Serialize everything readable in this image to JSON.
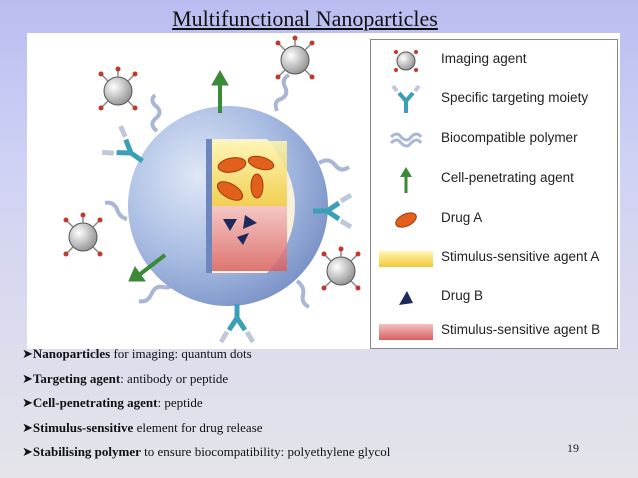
{
  "slide": {
    "title": "Multifunctional Nanoparticles",
    "page_number": "19"
  },
  "legend": {
    "items": [
      {
        "label": "Imaging agent",
        "icon": "imaging-agent-icon"
      },
      {
        "label": "Specific targeting moiety",
        "icon": "antibody-icon"
      },
      {
        "label": "Biocompatible polymer",
        "icon": "polymer-icon"
      },
      {
        "label": "Cell-penetrating agent",
        "icon": "green-arrow-icon"
      },
      {
        "label": "Drug A",
        "icon": "orange-ellipse-icon"
      },
      {
        "label": "Stimulus-sensitive agent A",
        "icon": "yellow-band-icon"
      },
      {
        "label": "Drug B",
        "icon": "navy-triangle-icon"
      },
      {
        "label": "Stimulus-sensitive agent B",
        "icon": "red-band-icon"
      }
    ]
  },
  "bullets": [
    {
      "bold": "Nanoparticles",
      "rest": " for imaging: quantum dots"
    },
    {
      "bold": "Targeting agent",
      "rest": ": antibody or peptide"
    },
    {
      "bold": "Cell-penetrating agent",
      "rest": ": peptide"
    },
    {
      "bold": "Stimulus-sensitive",
      "rest": " element for drug release"
    },
    {
      "bold": "Stabilising polymer",
      "rest": " to ensure biocompatibility: polyethylene glycol"
    }
  ],
  "colors": {
    "sphere": "#9ab0dc",
    "drug_a": "#e0601c",
    "drug_b": "#1e2a5c",
    "agent_a": "#f5d24a",
    "agent_b": "#e58a8a",
    "penetrating_arrow": "#3a8a3a",
    "antibody": "#3aa0b8",
    "imaging_dots": "#c0392b"
  }
}
